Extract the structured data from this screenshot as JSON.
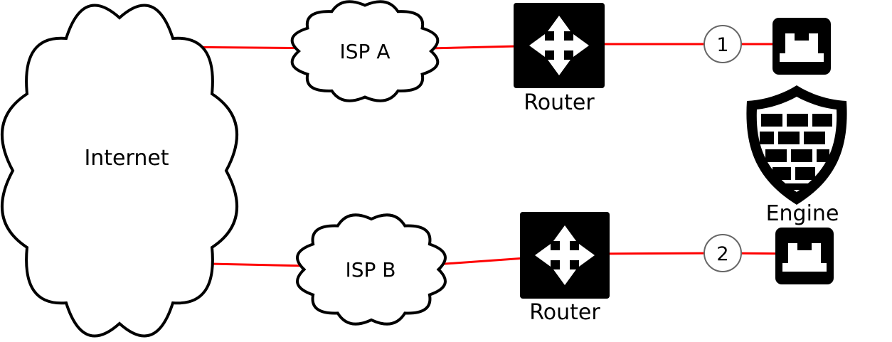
{
  "diagram": {
    "type": "network-topology",
    "nodes": [
      {
        "id": "internet",
        "type": "cloud",
        "label": "Internet"
      },
      {
        "id": "isp-a",
        "type": "cloud",
        "label": "ISP A"
      },
      {
        "id": "router-top",
        "type": "router",
        "label": "Router"
      },
      {
        "id": "interface-1",
        "type": "interface-badge",
        "label": "1"
      },
      {
        "id": "isp-b",
        "type": "cloud",
        "label": "ISP B"
      },
      {
        "id": "router-bottom",
        "type": "router",
        "label": "Router"
      },
      {
        "id": "interface-2",
        "type": "interface-badge",
        "label": "2"
      },
      {
        "id": "engine",
        "type": "firewall-shield",
        "label": "Engine"
      }
    ],
    "links": [
      {
        "from": "Internet",
        "to": "ISP A"
      },
      {
        "from": "ISP A",
        "to": "Router (top)"
      },
      {
        "from": "Router (top)",
        "to": "Interface 1"
      },
      {
        "from": "Interface 1",
        "to": "Engine port (top)"
      },
      {
        "from": "Internet",
        "to": "ISP B"
      },
      {
        "from": "ISP B",
        "to": "Router (bottom)"
      },
      {
        "from": "Router (bottom)",
        "to": "Interface 2"
      },
      {
        "from": "Interface 2",
        "to": "Engine port (bottom)"
      }
    ],
    "colors": {
      "link": "#ff0000",
      "shape": "#000000",
      "fill": "#ffffff",
      "badge_border": "#666666"
    }
  }
}
